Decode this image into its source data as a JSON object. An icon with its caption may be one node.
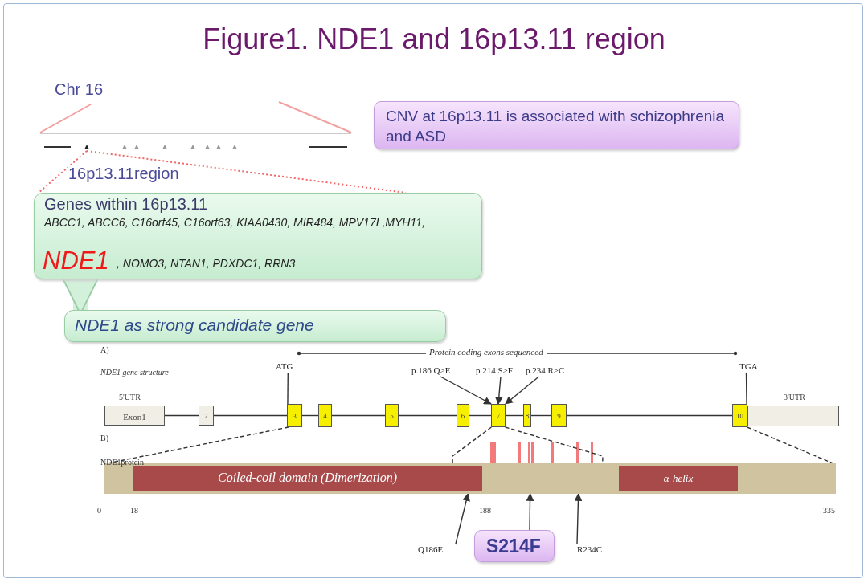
{
  "diagram": {
    "title": "Figure1. NDE1 and 16p13.11 region",
    "nodes": [
      {
        "text": [
          "CNV at 16p13.11 is associated with schizophrenia and ASD"
        ]
      },
      {
        "text": [
          "Genes within 16p13.11",
          "ABCC1, ABCC6, C16orf45, C16orf63, KIAA0430, MIR484, MPV17L,MYH11,",
          "NDE1",
          ", NOMO3, NTAN1, PDXDC1, RRN3"
        ]
      },
      {
        "text": [
          "NDE1 as strong candidate gene"
        ]
      },
      {
        "text": [
          "ATG"
        ]
      },
      {
        "text": [
          "p.186 Q>E"
        ]
      },
      {
        "text": [
          "p.214 S>F"
        ]
      },
      {
        "text": [
          "p.234 R>C"
        ]
      },
      {
        "text": [
          "TGA"
        ]
      },
      {
        "text": [
          "Exon1"
        ],
        "beside": [
          "5'UTR"
        ]
      },
      {
        "text": [
          "2"
        ]
      },
      {
        "text": [
          "3"
        ]
      },
      {
        "text": [
          "4"
        ]
      },
      {
        "text": [
          "5"
        ]
      },
      {
        "text": [
          "6"
        ]
      },
      {
        "text": [
          "7"
        ]
      },
      {
        "text": [
          "8"
        ]
      },
      {
        "text": [
          "9"
        ]
      },
      {
        "text": [
          "10"
        ]
      },
      {
        "text": [],
        "shape": "box",
        "beside": [
          "3'UTR"
        ]
      },
      {
        "text": [],
        "shape": "bar"
      },
      {
        "text": [
          "Coiled-coil domain (Dimerization)"
        ],
        "in": 19
      },
      {
        "text": [
          "α-helix"
        ],
        "in": 19
      },
      {
        "text": [
          "Q186E"
        ]
      },
      {
        "text": [
          "S214F"
        ]
      },
      {
        "text": [
          "R234C"
        ]
      }
    ],
    "edges": [
      {
        "from": 1,
        "to": 2,
        "arrow": "to",
        "style": "thick",
        "color": "#d3f1da"
      },
      {
        "from": 8,
        "to": 9,
        "arrow": "none"
      },
      {
        "from": 9,
        "to": 10,
        "arrow": "none"
      },
      {
        "from": 10,
        "to": 11,
        "arrow": "none"
      },
      {
        "from": 11,
        "to": 12,
        "arrow": "none"
      },
      {
        "from": 12,
        "to": 13,
        "arrow": "none"
      },
      {
        "from": 13,
        "to": 14,
        "arrow": "none"
      },
      {
        "from": 14,
        "to": 15,
        "arrow": "none"
      },
      {
        "from": 15,
        "to": 16,
        "arrow": "none"
      },
      {
        "from": 16,
        "to": 17,
        "arrow": "none"
      },
      {
        "from": 3,
        "to": 10,
        "arrow": "none"
      },
      {
        "from": 4,
        "to": 14,
        "arrow": "to"
      },
      {
        "from": 5,
        "to": 14,
        "arrow": "to"
      },
      {
        "from": 6,
        "to": 14,
        "arrow": "to"
      },
      {
        "from": 7,
        "to": 17,
        "arrow": "none"
      },
      {
        "from": 10,
        "to": 19,
        "arrow": "none",
        "style": "dashed"
      },
      {
        "from": 14,
        "to": 19,
        "arrow": "none",
        "style": "dashed"
      },
      {
        "from": 14,
        "to": 19,
        "arrow": "none",
        "style": "dashed"
      },
      {
        "from": 17,
        "to": 19,
        "arrow": "none",
        "style": "dashed"
      },
      {
        "from": 22,
        "to": 19,
        "arrow": "to"
      },
      {
        "from": 23,
        "to": 19,
        "arrow": "to"
      },
      {
        "from": 24,
        "to": 19,
        "arrow": "to"
      }
    ],
    "labels": [
      "Chr 16",
      "16p13.11region",
      "A)",
      "NDE1 gene structure",
      "Protein coding exons sequenced",
      "B)",
      "NDE1protein",
      "0",
      "18",
      "188",
      "335"
    ]
  }
}
